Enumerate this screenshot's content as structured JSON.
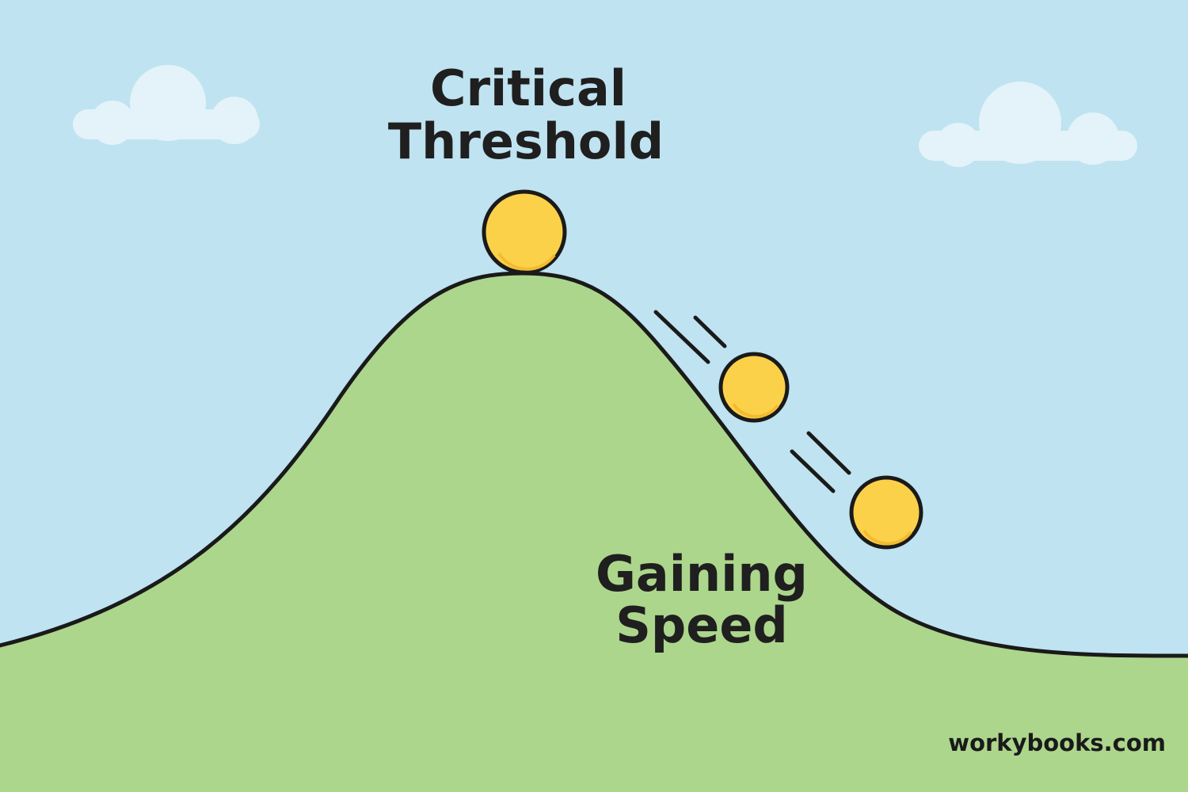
{
  "labels": {
    "peak_line1": "Critical",
    "peak_line2": "Threshold",
    "slope_line1": "Gaining",
    "slope_line2": "Speed"
  },
  "watermark": "workybooks.com",
  "colors": {
    "sky": "#bfe3f0",
    "hill": "#acd68c",
    "outline": "#1a1a1a",
    "ball": "#fcd14a",
    "cloud": "#e3f3f9"
  },
  "icons": [
    "cloud-icon",
    "ball-icon",
    "motion-lines-icon"
  ]
}
